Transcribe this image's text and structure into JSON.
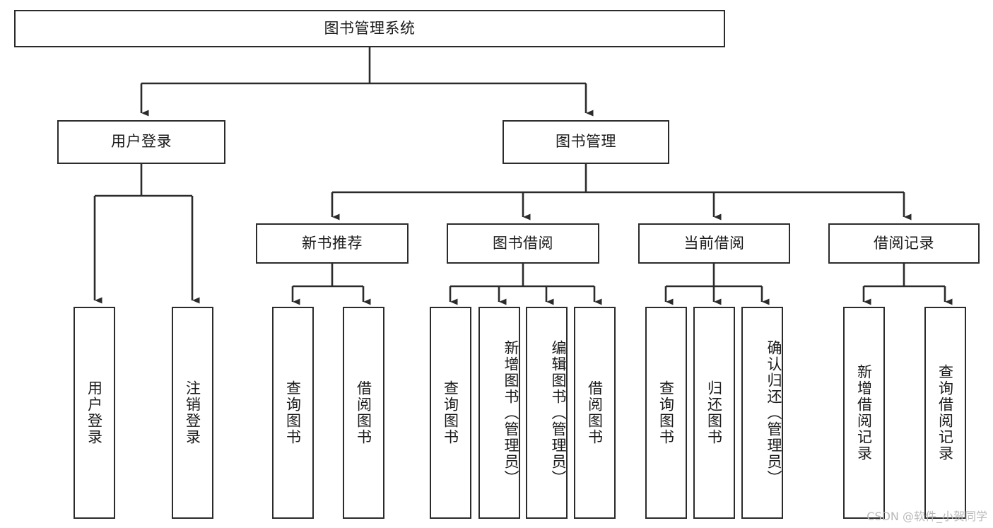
{
  "diagram": {
    "title": "图书管理系统",
    "type": "tree-hierarchy-chart",
    "watermark": "CSDN @软件_小贺同学",
    "colors": {
      "stroke": "#2b2b2b",
      "fill": "#ffffff",
      "text": "#1a1a1a",
      "watermark": "#b9b9b9"
    },
    "root": {
      "label": "图书管理系统"
    },
    "level2": [
      {
        "label": "用户登录"
      },
      {
        "label": "图书管理"
      }
    ],
    "level3": [
      {
        "label": "新书推荐"
      },
      {
        "label": "图书借阅"
      },
      {
        "label": "当前借阅"
      },
      {
        "label": "借阅记录"
      }
    ],
    "leaves": {
      "user_login": [
        {
          "label": "用户登录"
        },
        {
          "label": "注销登录"
        }
      ],
      "new_book": [
        {
          "label": "查询图书"
        },
        {
          "label": "借阅图书"
        }
      ],
      "book_borrow": [
        {
          "label": "查询图书"
        },
        {
          "label": "新增图书（管理员）"
        },
        {
          "label": "编辑图书（管理员）"
        },
        {
          "label": "借阅图书"
        }
      ],
      "current_borrow": [
        {
          "label": "查询图书"
        },
        {
          "label": "归还图书"
        },
        {
          "label": "确认归还（管理员）"
        }
      ],
      "borrow_record": [
        {
          "label": "新增借阅记录"
        },
        {
          "label": "查询借阅记录"
        }
      ]
    }
  }
}
